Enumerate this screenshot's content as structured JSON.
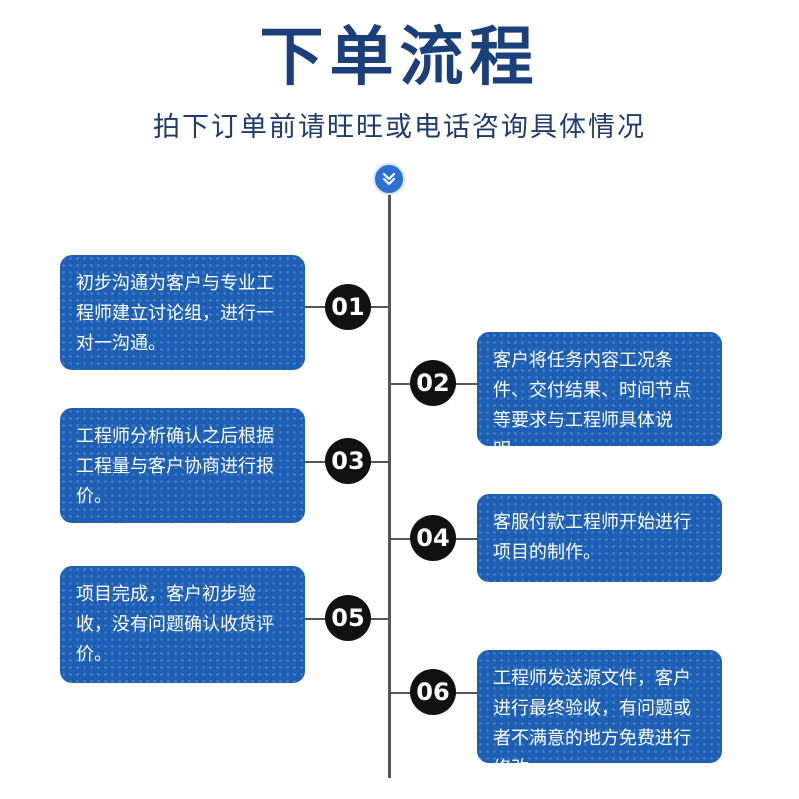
{
  "title": "下单流程",
  "subtitle": "拍下订单前请旺旺或电话咨询具体情况",
  "colors": {
    "title": "#1a3f7a",
    "card": "#1d5fb4",
    "step_circle": "#111111",
    "line": "#555555"
  },
  "top_icon": "double-chevron-down-icon",
  "steps": [
    {
      "number": "01",
      "text": "初步沟通为客户与专业工程师建立讨论组，进行一对一沟通。"
    },
    {
      "number": "02",
      "text": "客户将任务内容工况条件、交付结果、时间节点等要求与工程师具体说明。"
    },
    {
      "number": "03",
      "text": "工程师分析确认之后根据工程量与客户协商进行报价。"
    },
    {
      "number": "04",
      "text": "客服付款工程师开始进行项目的制作。"
    },
    {
      "number": "05",
      "text": "项目完成，客户初步验收，没有问题确认收货评价。"
    },
    {
      "number": "06",
      "text": "工程师发送源文件，客户进行最终验收，有问题或者不满意的地方免费进行修改"
    }
  ]
}
